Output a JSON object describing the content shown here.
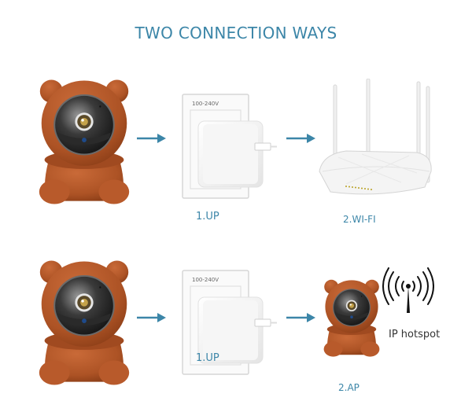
{
  "title": "TWO CONNECTION WAYS",
  "rows": [
    {
      "steps": [
        {
          "icon": "bear-camera-icon"
        },
        {
          "icon": "power-adapter-icon",
          "voltage": "100-240V",
          "caption": "1.UP"
        },
        {
          "icon": "wifi-router-icon",
          "caption": "2.WI-FI"
        }
      ]
    },
    {
      "steps": [
        {
          "icon": "bear-camera-icon"
        },
        {
          "icon": "power-adapter-icon",
          "voltage": "100-240V",
          "caption": "1.UP"
        },
        {
          "icon": "bear-camera-icon",
          "caption": "2.AP",
          "extra_icon": "antenna-signal-icon",
          "extra_label": "IP hotspot"
        }
      ]
    }
  ],
  "colors": {
    "accent": "#3c86a8",
    "bear": "#b5582a"
  }
}
